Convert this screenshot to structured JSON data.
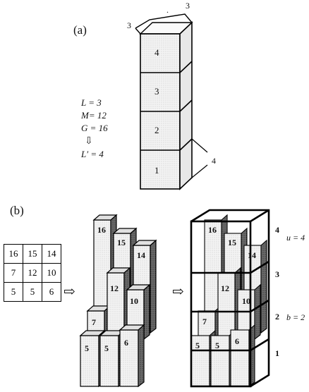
{
  "panel_a": {
    "label": "(a)",
    "top_labels": {
      "left": "3",
      "right": "3",
      "dot": "."
    },
    "side_label": "4",
    "cube_numbers": [
      "4",
      "3",
      "2",
      "1"
    ],
    "params": {
      "L": "L = 3",
      "M": "M= 12",
      "G": "G = 16",
      "arrow": "⇩",
      "Lp": "L′ = 4"
    }
  },
  "panel_b": {
    "label": "(b)",
    "matrix": [
      [
        "16",
        "15",
        "14"
      ],
      [
        "7",
        "12",
        "10"
      ],
      [
        "5",
        "5",
        "6"
      ]
    ],
    "arrow": "⇨",
    "bar_labels": [
      "5",
      "5",
      "6",
      "7",
      "12",
      "10",
      "16",
      "15",
      "14"
    ],
    "level_labels": [
      "4",
      "3",
      "2",
      "1"
    ],
    "u_label": "u = 4",
    "b_label": "b = 2"
  },
  "colors": {
    "fill": "#f0f0f0",
    "side": "#9a9a9a",
    "dark": "#555555",
    "line": "#000000"
  }
}
